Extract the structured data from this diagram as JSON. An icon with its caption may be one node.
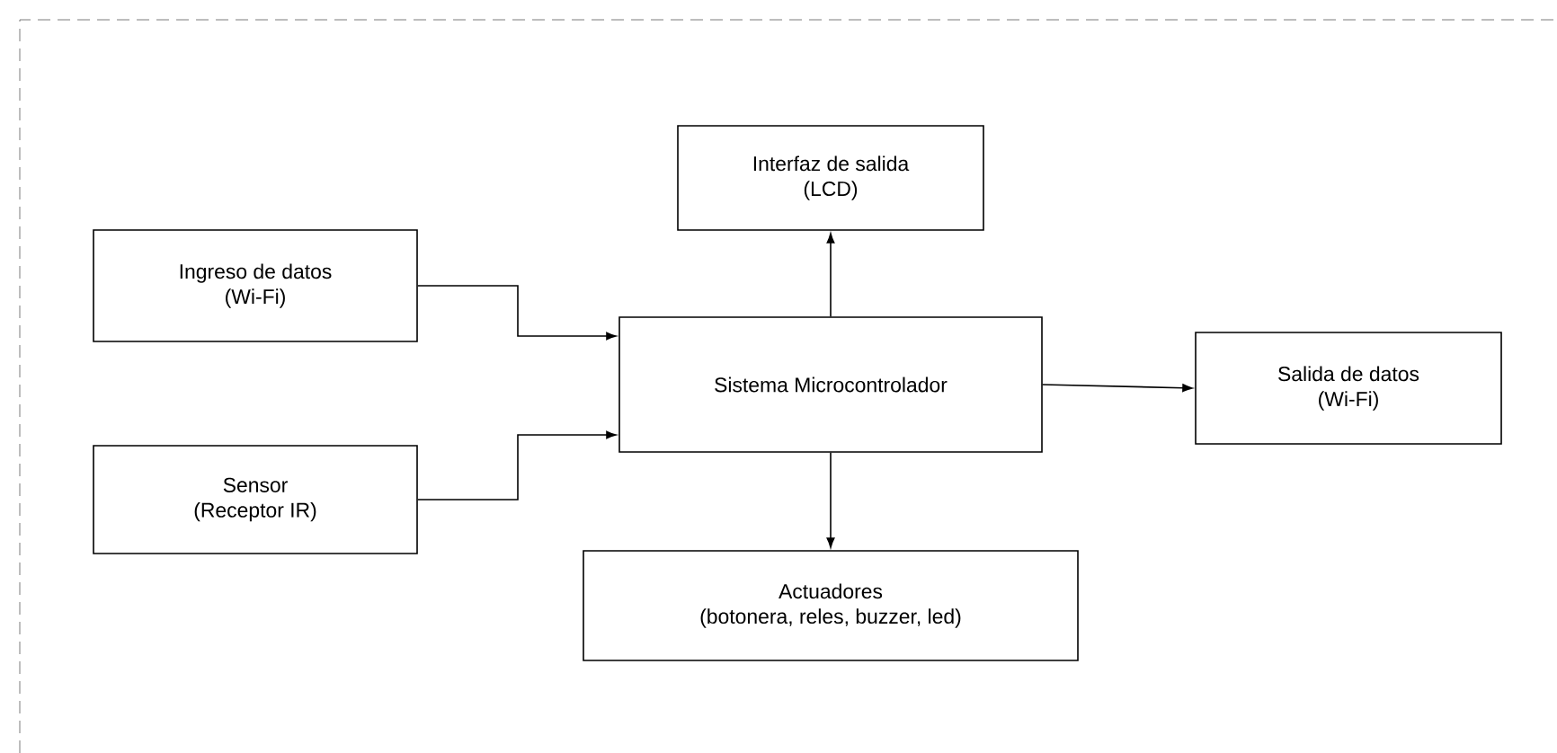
{
  "diagram": {
    "nodes": [
      {
        "text": [
          "Ingreso de datos",
          "(Wi-Fi)"
        ]
      },
      {
        "text": [
          "Interfaz de salida",
          "(LCD)"
        ]
      },
      {
        "text": [
          "Sistema Microcontrolador"
        ]
      },
      {
        "text": [
          "Salida de datos",
          "(Wi-Fi)"
        ]
      },
      {
        "text": [
          "Sensor",
          "(Receptor IR)"
        ]
      },
      {
        "text": [
          "Actuadores",
          "(botonera, reles, buzzer, led)"
        ]
      }
    ],
    "edges": [
      {
        "from": 0,
        "to": 2,
        "arrow": "to"
      },
      {
        "from": 4,
        "to": 2,
        "arrow": "to"
      },
      {
        "from": 2,
        "to": 1,
        "arrow": "to"
      },
      {
        "from": 2,
        "to": 3,
        "arrow": "to"
      },
      {
        "from": 2,
        "to": 5,
        "arrow": "to"
      }
    ]
  }
}
